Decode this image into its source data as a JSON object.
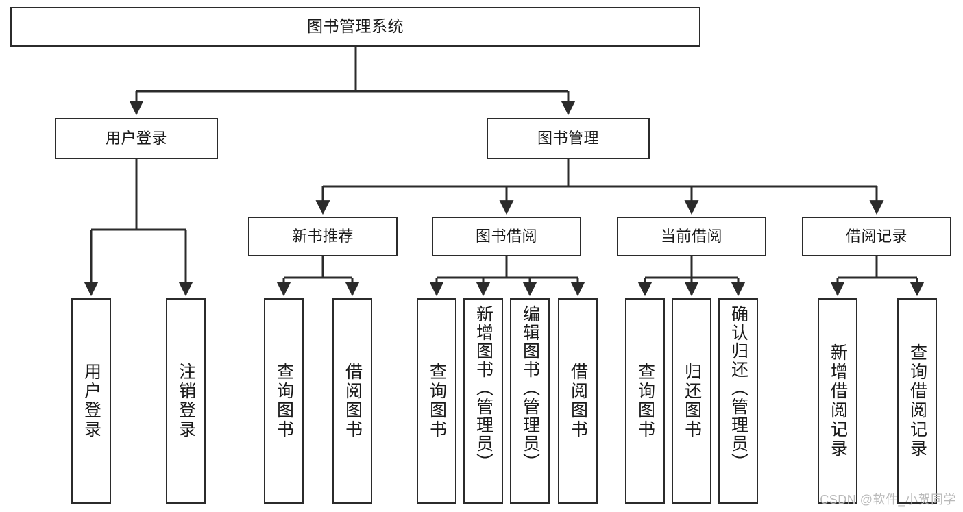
{
  "diagram": {
    "type": "tree",
    "title": "图书管理系统",
    "watermark": "CSDN @软件_小贺同学",
    "colors": {
      "node_border": "#2b2b2b",
      "node_fill": "#ffffff",
      "edge": "#2b2b2b",
      "text": "#1a1a1a",
      "watermark": "#b9b9b9",
      "background": "#ffffff"
    },
    "root": {
      "label": "图书管理系统"
    },
    "level1": [
      {
        "label": "用户登录"
      },
      {
        "label": "图书管理"
      }
    ],
    "level2": [
      {
        "label": "新书推荐"
      },
      {
        "label": "图书借阅"
      },
      {
        "label": "当前借阅"
      },
      {
        "label": "借阅记录"
      }
    ],
    "leaves": {
      "user_login": [
        {
          "label": "用户登录"
        },
        {
          "label": "注销登录"
        }
      ],
      "new_book": [
        {
          "label": "查询图书"
        },
        {
          "label": "借阅图书"
        }
      ],
      "book_borrow": [
        {
          "label": "查询图书"
        },
        {
          "label": "新增图书（管理员）"
        },
        {
          "label": "编辑图书（管理员）"
        },
        {
          "label": "借阅图书"
        }
      ],
      "current_borrow": [
        {
          "label": "查询图书"
        },
        {
          "label": "归还图书"
        },
        {
          "label": "确认归还（管理员）"
        }
      ],
      "borrow_record": [
        {
          "label": "新增借阅记录"
        },
        {
          "label": "查询借阅记录"
        }
      ]
    }
  }
}
